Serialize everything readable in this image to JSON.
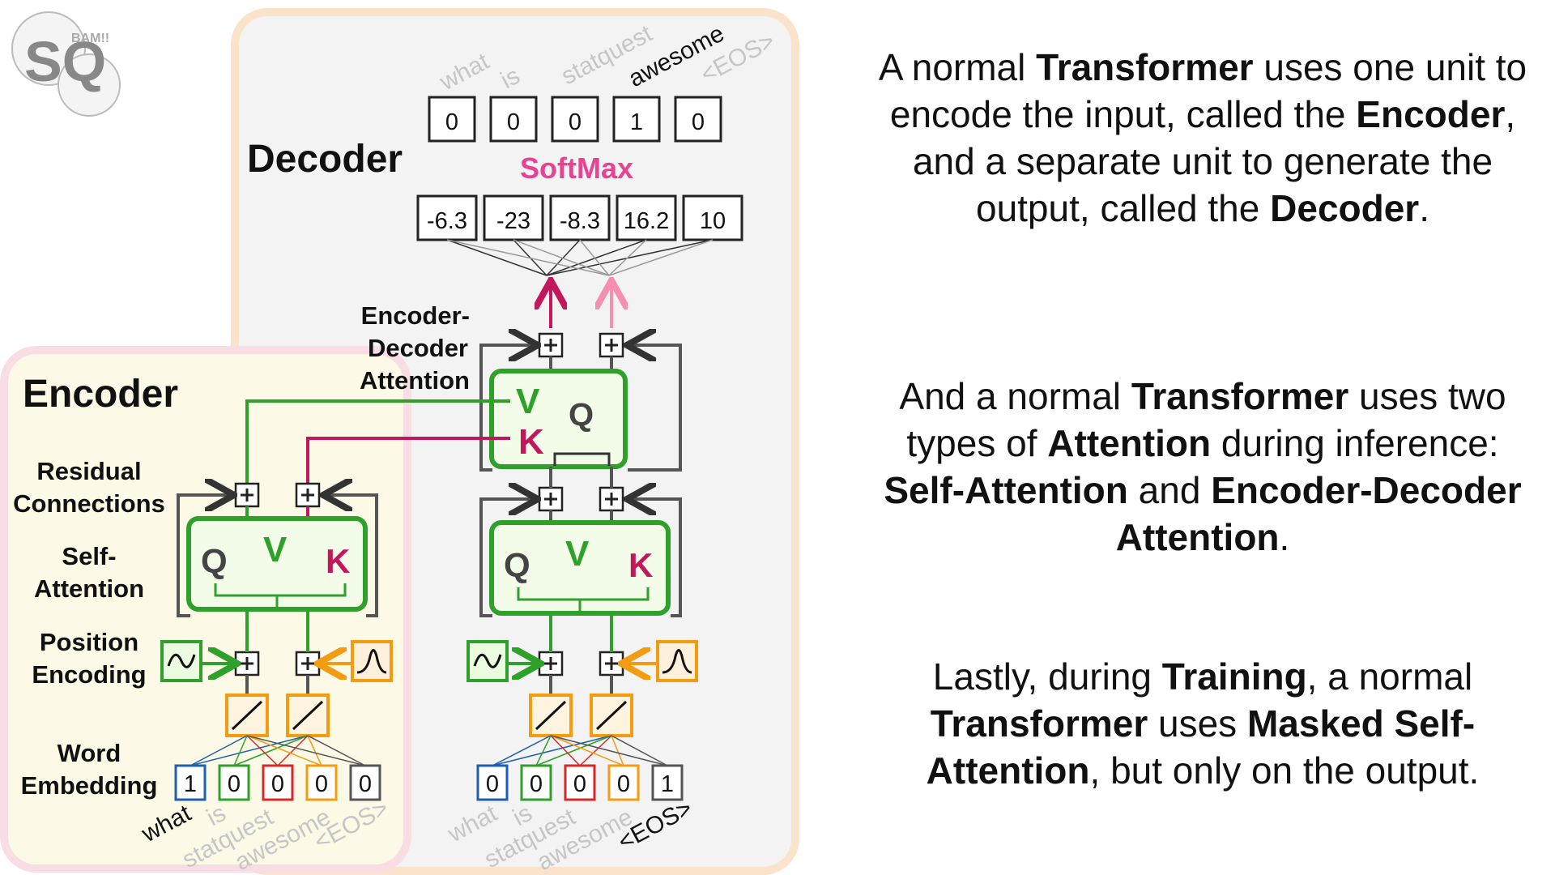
{
  "logo": {
    "text": "SQ",
    "subtext": "BAM!!"
  },
  "decoder": {
    "title": "Decoder",
    "output_words": [
      "what",
      "is",
      "statquest",
      "awesome",
      "<EOS>"
    ],
    "output_one_hot": [
      "0",
      "0",
      "0",
      "1",
      "0"
    ],
    "softmax_label": "SoftMax",
    "logits": [
      "-6.3",
      "-23",
      "-8.3",
      "16.2",
      "10"
    ],
    "encdec_label_1": "Encoder-",
    "encdec_label_2": "Decoder",
    "encdec_label_3": "Attention",
    "input_one_hot": [
      "0",
      "0",
      "0",
      "0",
      "1"
    ],
    "input_words": [
      "what",
      "is",
      "statquest",
      "awesome",
      "<EOS>"
    ]
  },
  "encoder": {
    "title": "Encoder",
    "residual_label_1": "Residual",
    "residual_label_2": "Connections",
    "self_attention_label_1": "Self-",
    "self_attention_label_2": "Attention",
    "position_label_1": "Position",
    "position_label_2": "Encoding",
    "word_embedding_label_1": "Word",
    "word_embedding_label_2": "Embedding",
    "input_one_hot": [
      "1",
      "0",
      "0",
      "0",
      "0"
    ],
    "input_words": [
      "what",
      "is",
      "statquest",
      "awesome",
      "<EOS>"
    ]
  },
  "attention_letters": {
    "q": "Q",
    "k": "K",
    "v": "V"
  },
  "colors": {
    "green": "#2fa12a",
    "pink": "#c2185b",
    "orange": "#f39c12",
    "softmax": "#e84393",
    "blue": "#1f5fb0",
    "red": "#d62828"
  },
  "paragraphs": [
    {
      "segments": [
        {
          "t": "A normal ",
          "b": false
        },
        {
          "t": "Transformer",
          "b": true
        },
        {
          "t": " uses one unit to encode the input, called the ",
          "b": false
        },
        {
          "t": "Encoder",
          "b": true
        },
        {
          "t": ", and a separate unit to generate the output, called the ",
          "b": false
        },
        {
          "t": "Decoder",
          "b": true
        },
        {
          "t": ".",
          "b": false
        }
      ]
    },
    {
      "segments": [
        {
          "t": "And a normal ",
          "b": false
        },
        {
          "t": "Transformer",
          "b": true
        },
        {
          "t": " uses two types of ",
          "b": false
        },
        {
          "t": "Attention",
          "b": true
        },
        {
          "t": " during inference: ",
          "b": false
        },
        {
          "t": "Self-Attention",
          "b": true
        },
        {
          "t": " and ",
          "b": false
        },
        {
          "t": "Encoder-Decoder Attention",
          "b": true
        },
        {
          "t": ".",
          "b": false
        }
      ]
    },
    {
      "segments": [
        {
          "t": "Lastly, during ",
          "b": false
        },
        {
          "t": "Training",
          "b": true
        },
        {
          "t": ", a normal ",
          "b": false
        },
        {
          "t": "Transformer",
          "b": true
        },
        {
          "t": " uses ",
          "b": false
        },
        {
          "t": "Masked Self-Attention",
          "b": true
        },
        {
          "t": ", but only on the output.",
          "b": false
        }
      ]
    }
  ]
}
